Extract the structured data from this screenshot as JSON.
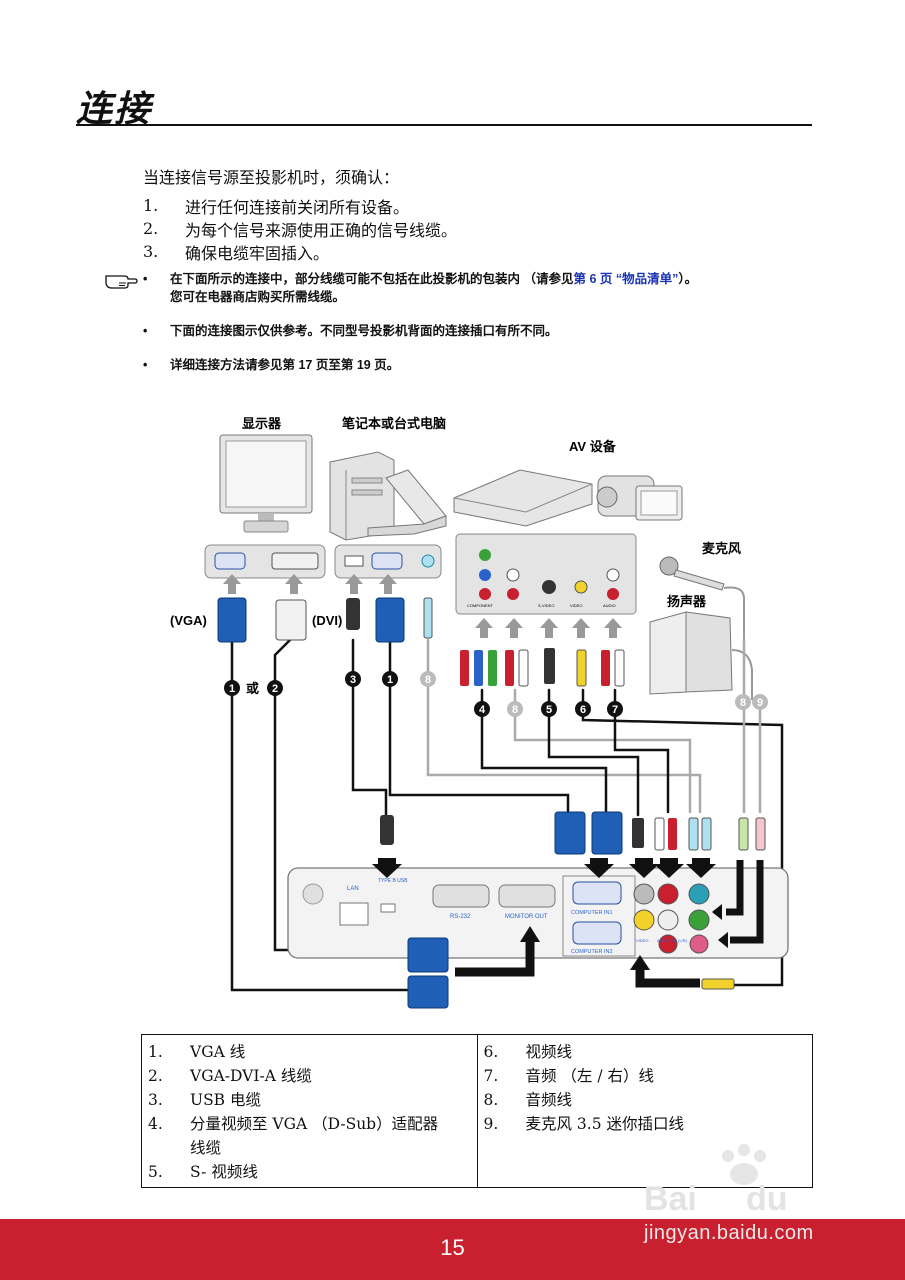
{
  "page": {
    "title": "连接",
    "intro": "当连接信号源至投影机时，须确认：",
    "steps": [
      {
        "num": "1.",
        "text": "进行任何连接前关闭所有设备。"
      },
      {
        "num": "2.",
        "text": "为每个信号来源使用正确的信号线缆。"
      },
      {
        "num": "3.",
        "text": "确保电缆牢固插入。"
      }
    ],
    "notes": {
      "note1_a": "在下面所示的连接中，部分线缆可能不包括在此投影机的包装内 （请参见",
      "note1_link": "第 6 页 “物品清单”",
      "note1_b": "）。",
      "note1_c": "您可在电器商店购买所需线缆。",
      "note2": "下面的连接图示仅供参考。不同型号投影机背面的连接插口有所不同。",
      "note3": "详细连接方法请参见第 17 页至第 19 页。",
      "bullet": "•"
    }
  },
  "diagram": {
    "monitor": "显示器",
    "computer": "笔记本或台式电脑",
    "av": "AV 设备",
    "mic": "麦克风",
    "speaker": "扬声器",
    "vga": "(VGA)",
    "dvi": "(DVI)",
    "or": "或",
    "badges": [
      "1",
      "2",
      "3",
      "1",
      "8",
      "4",
      "8",
      "5",
      "6",
      "7",
      "8",
      "9"
    ],
    "ports": {
      "lan": "LAN",
      "usb": "TYPE B USB",
      "rs232": "RS-232",
      "monitor_out": "MONITOR OUT",
      "computer_in1": "COMPUTER IN1",
      "computer_in2": "COMPUTER IN2",
      "video": "VIDEO",
      "audio_in2": "AUDIO IN2 (L/R)",
      "component": "COMPONENT",
      "s_video": "S-VIDEO",
      "audio": "AUDIO"
    }
  },
  "cables": {
    "left": [
      {
        "num": "1.",
        "text": "VGA 线"
      },
      {
        "num": "2.",
        "text": "VGA-DVI-A 线缆"
      },
      {
        "num": "3.",
        "text": "USB 电缆"
      },
      {
        "num": "4.",
        "text": "分量视频至 VGA （D-Sub）适配器"
      },
      {
        "num": "",
        "text": "线缆"
      },
      {
        "num": "5.",
        "text": "S- 视频线"
      }
    ],
    "right": [
      {
        "num": "6.",
        "text": "视频线"
      },
      {
        "num": "7.",
        "text": "音频 （左 / 右）线"
      },
      {
        "num": "8.",
        "text": "音频线"
      },
      {
        "num": "9.",
        "text": "麦克风 3.5 迷你插口线"
      }
    ]
  },
  "footer": {
    "page_number": "15"
  },
  "watermark": {
    "text": "jingyan.baidu.com"
  }
}
